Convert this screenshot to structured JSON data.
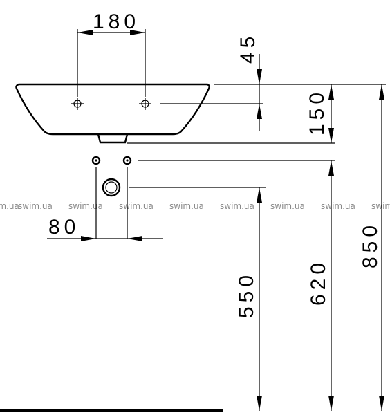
{
  "dimensions": {
    "tap_hole_spacing": "180",
    "top_offset": "45",
    "basin_depth": "150",
    "total_height": "850",
    "inlet_height": "620",
    "outlet_height": "550",
    "inlet_spacing": "80"
  },
  "watermark": {
    "text": "swim.ua",
    "color": "#8a8a8a"
  },
  "colors": {
    "line": "#000000",
    "background": "#ffffff"
  }
}
